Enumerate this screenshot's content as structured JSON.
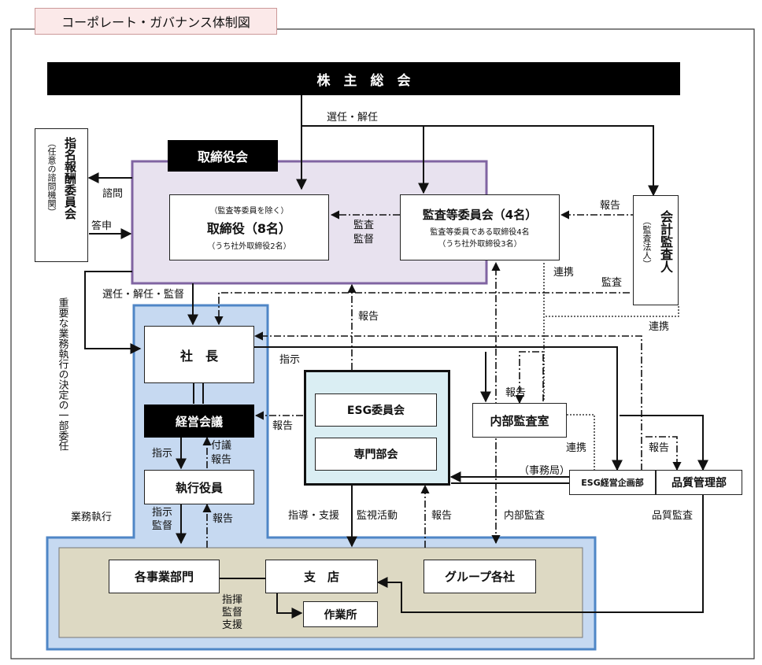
{
  "title": "コーポレート・ガバナンス体制図",
  "shareholders": "株　主　総　会",
  "board_header": "取締役会",
  "directors": {
    "sub1": "（監査等委員を除く）",
    "main": "取締役（8名）",
    "sub2": "（うち社外取締役2名）"
  },
  "audit_committee": {
    "main": "監査等委員会（4名）",
    "sub1": "監査等委員である取締役4名",
    "sub2": "（うち社外取締役3名）"
  },
  "nomination": {
    "main": "指名報酬委員会",
    "sub": "（任意の諮問機関）"
  },
  "accounting_auditor": {
    "main": "会計監査人",
    "sub": "（監査法人）"
  },
  "president": "社　長",
  "management_meeting": "経営会議",
  "executive_officers": "執行役員",
  "esg_committee": "ESG委員会",
  "special_committee": "専門部会",
  "internal_audit": "内部監査室",
  "esg_planning": "ESG経営企画部",
  "quality_dept": "品質管理部",
  "business_divisions": "各事業部門",
  "branch": "支　店",
  "group_companies": "グループ各社",
  "worksite": "作業所",
  "labels": {
    "appoint_dismiss": "選任・解任",
    "consult": "諮問",
    "answer": "答申",
    "audit_supervise": [
      "監査",
      "監督"
    ],
    "report": "報告",
    "appoint_dismiss_supervise": "選任・解任・監督",
    "coordination": "連携",
    "audit": "監査",
    "instruction": "指示",
    "important_decisions": "重要な業務執行の決定の一部委任",
    "agenda_report": [
      "付議",
      "報告"
    ],
    "instruct_supervise": [
      "指示",
      "監督"
    ],
    "business_execution": "業務執行",
    "guidance_support": "指導・支援",
    "monitoring": "監視活動",
    "internal_audit_action": "内部監査",
    "secretariat": "（事務局）",
    "quality_audit": "品質監査",
    "command": [
      "指揮",
      "監督",
      "支援"
    ]
  }
}
